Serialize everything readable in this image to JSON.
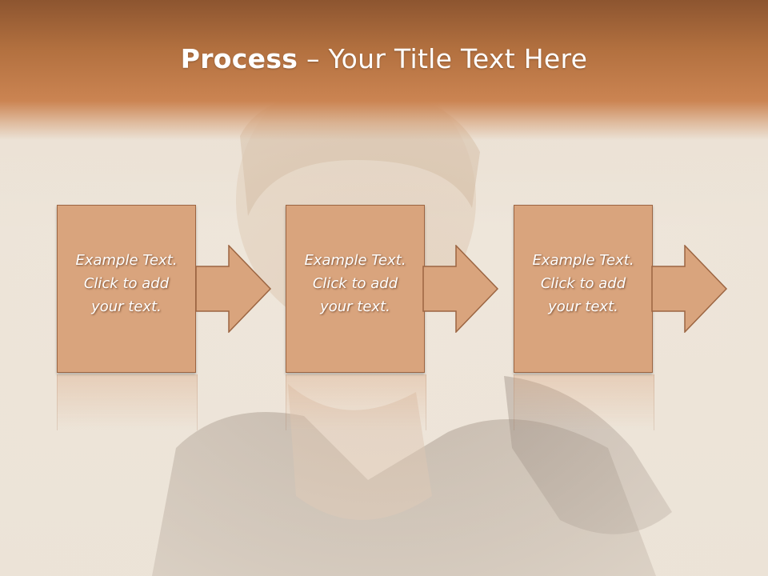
{
  "slide": {
    "title_bold": "Process",
    "title_rest": " – Your Title Text Here"
  },
  "steps": [
    {
      "line1": "Example Text.",
      "line2": "Click  to add",
      "line3": "your text."
    },
    {
      "line1": "Example Text.",
      "line2": "Click  to add",
      "line3": "your text."
    },
    {
      "line1": "Example Text.",
      "line2": "Click  to add",
      "line3": "your text."
    }
  ],
  "colors": {
    "header": "#b2703f",
    "box_fill": "#d9a47d",
    "box_border": "#9c6542",
    "text": "#ffffff"
  }
}
